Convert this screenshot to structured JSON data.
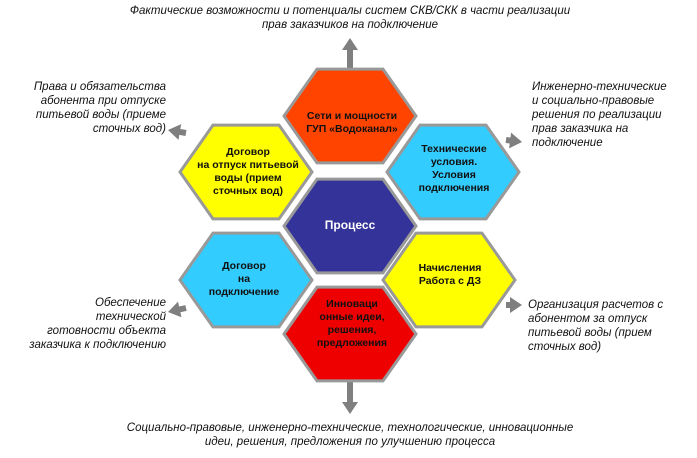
{
  "captions": {
    "top": [
      "Фактические  возможности  и потенциалы  систем СКВ/СКК в части реализации",
      "прав заказчиков  на  подключение"
    ],
    "upper_left": [
      "Права  и обязательства",
      "абонента  при отпуске",
      "питьевой воды (приеме",
      "сточных вод)"
    ],
    "upper_right": [
      "Инженерно-технические",
      "и социально-правовые",
      "решения  по реализации",
      "прав заказчика  на",
      "подключение"
    ],
    "lower_left": [
      "Обеспечение",
      "технической",
      "готовности объекта",
      "заказчика  к подключению"
    ],
    "lower_right": [
      "Организация  расчетов с",
      "абонентом  за отпуск",
      "питьевой воды (прием",
      "сточных вод)"
    ],
    "bottom": [
      "Социально-правовые,  инженерно-технические,   технологические,  инновационные",
      "идеи, решения,  предложения  по улучшению  процесса"
    ]
  },
  "hexes": {
    "center": {
      "lines": [
        "Процесс"
      ],
      "fill": "#333399",
      "text_color": "#ffffff"
    },
    "top": {
      "lines": [
        "Сети и мощности",
        "ГУП «Водоканал»"
      ],
      "fill": "#ff4400",
      "text_color": "#111111"
    },
    "upper_right": {
      "lines": [
        "Технические",
        "условия.",
        "Условия",
        "подключения"
      ],
      "fill": "#33ccff",
      "text_color": "#111111"
    },
    "lower_right": {
      "lines": [
        "Начисления",
        "Работа  с ДЗ"
      ],
      "fill": "#ffff00",
      "text_color": "#111111"
    },
    "bottom": {
      "lines": [
        "Инноваци",
        "онные идеи,",
        "решения,",
        "предложения"
      ],
      "fill": "#ee0000",
      "text_color": "#111111"
    },
    "lower_left": {
      "lines": [
        "Договор",
        "на",
        "подключение"
      ],
      "fill": "#33ccff",
      "text_color": "#111111"
    },
    "upper_left": {
      "lines": [
        "Договор",
        "на отпуск  питьевой",
        "воды (прием",
        "сточных вод)"
      ],
      "fill": "#ffff00",
      "text_color": "#111111"
    }
  },
  "colors": {
    "hex_border": "#999999",
    "arrow": "#7f7f7f"
  }
}
